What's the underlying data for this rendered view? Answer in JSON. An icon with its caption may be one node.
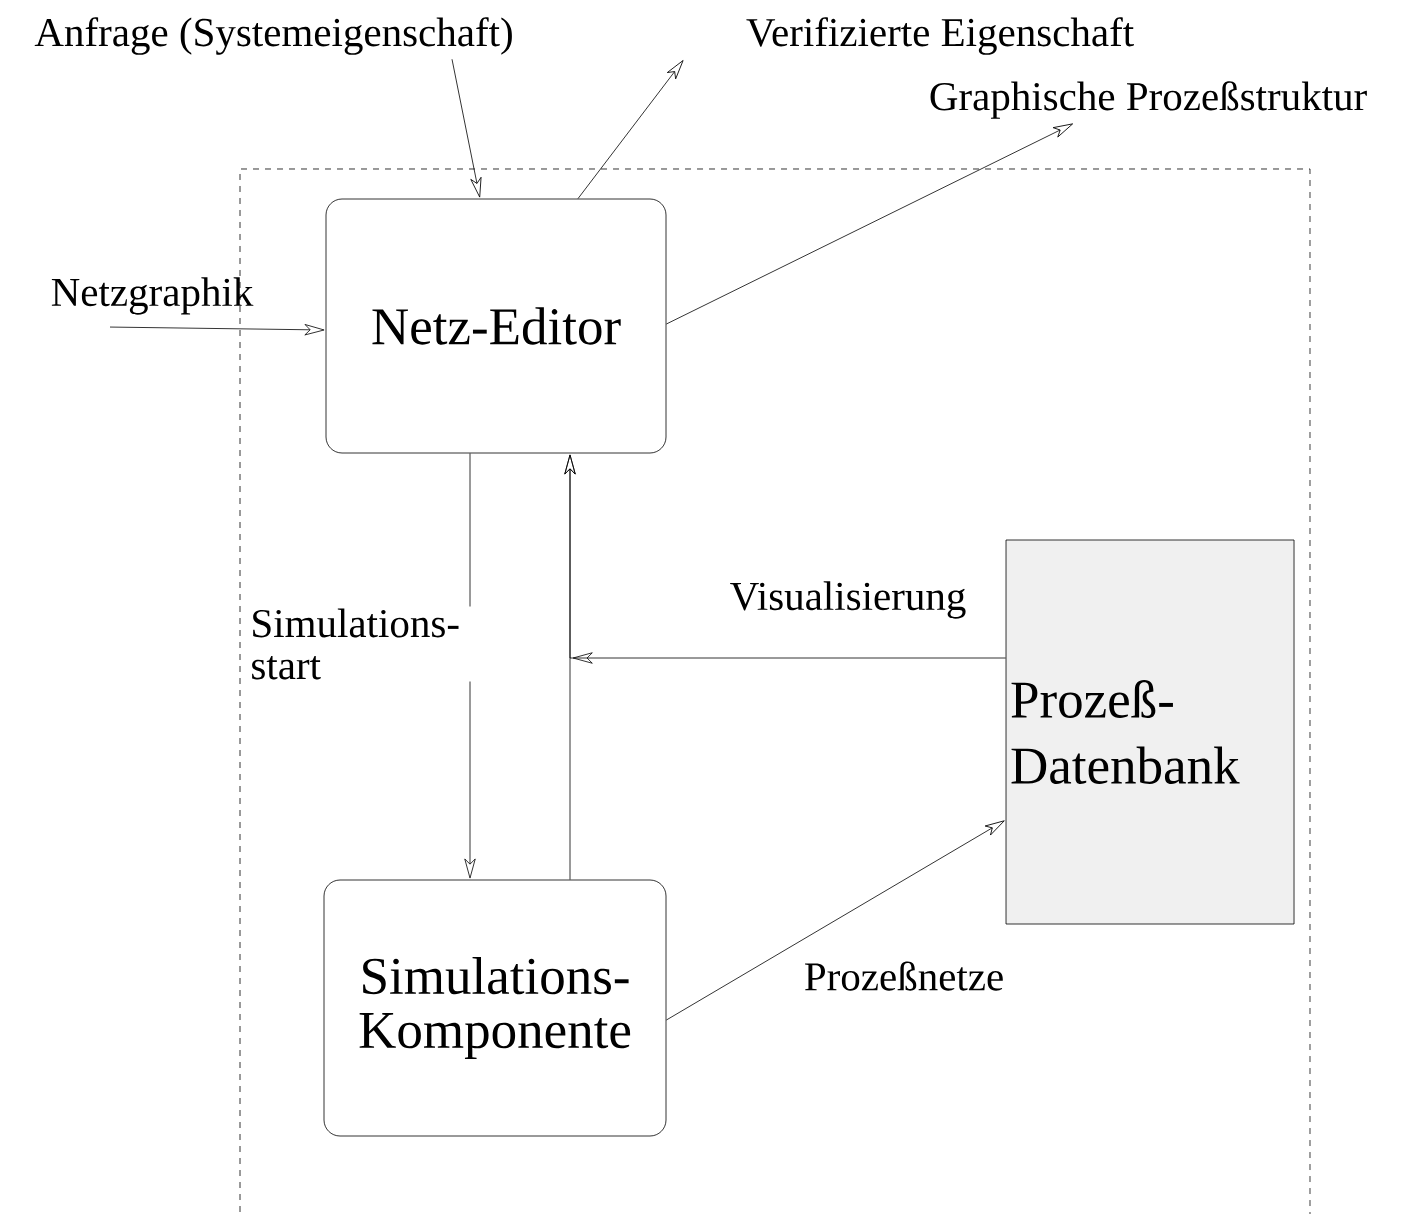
{
  "diagram": {
    "nodes": [
      {
        "text": [],
        "shape": "box"
      },
      {
        "text": [
          "Netz-Editor"
        ],
        "in": 0
      },
      {
        "text": [
          "Simulations- Komponente"
        ],
        "in": 0
      },
      {
        "text": [
          "Prozeß- Datenbank"
        ],
        "in": 0
      },
      {
        "text": [
          "Anfrage (Systemeigenschaft)"
        ]
      },
      {
        "text": [
          "Verifizierte Eigenschaft"
        ]
      },
      {
        "text": [
          "Graphische Prozeßstruktur"
        ]
      },
      {
        "text": [
          "Netzgraphik"
        ]
      }
    ],
    "edges": [
      {
        "from": 4,
        "to": 1,
        "arrow": "to"
      },
      {
        "from": 1,
        "to": 5,
        "arrow": "to"
      },
      {
        "from": 1,
        "to": 6,
        "arrow": "to"
      },
      {
        "from": 7,
        "to": 1,
        "arrow": "to"
      },
      {
        "from": 1,
        "to": 2,
        "arrow": "to",
        "label": "Simulations- start"
      },
      {
        "from": 2,
        "to": 1,
        "arrow": "to"
      },
      {
        "from": 3,
        "to": 1,
        "arrow": "to",
        "label": "Visualisierung"
      },
      {
        "from": 2,
        "to": 3,
        "arrow": "to",
        "label": "Prozeßnetze"
      }
    ]
  }
}
